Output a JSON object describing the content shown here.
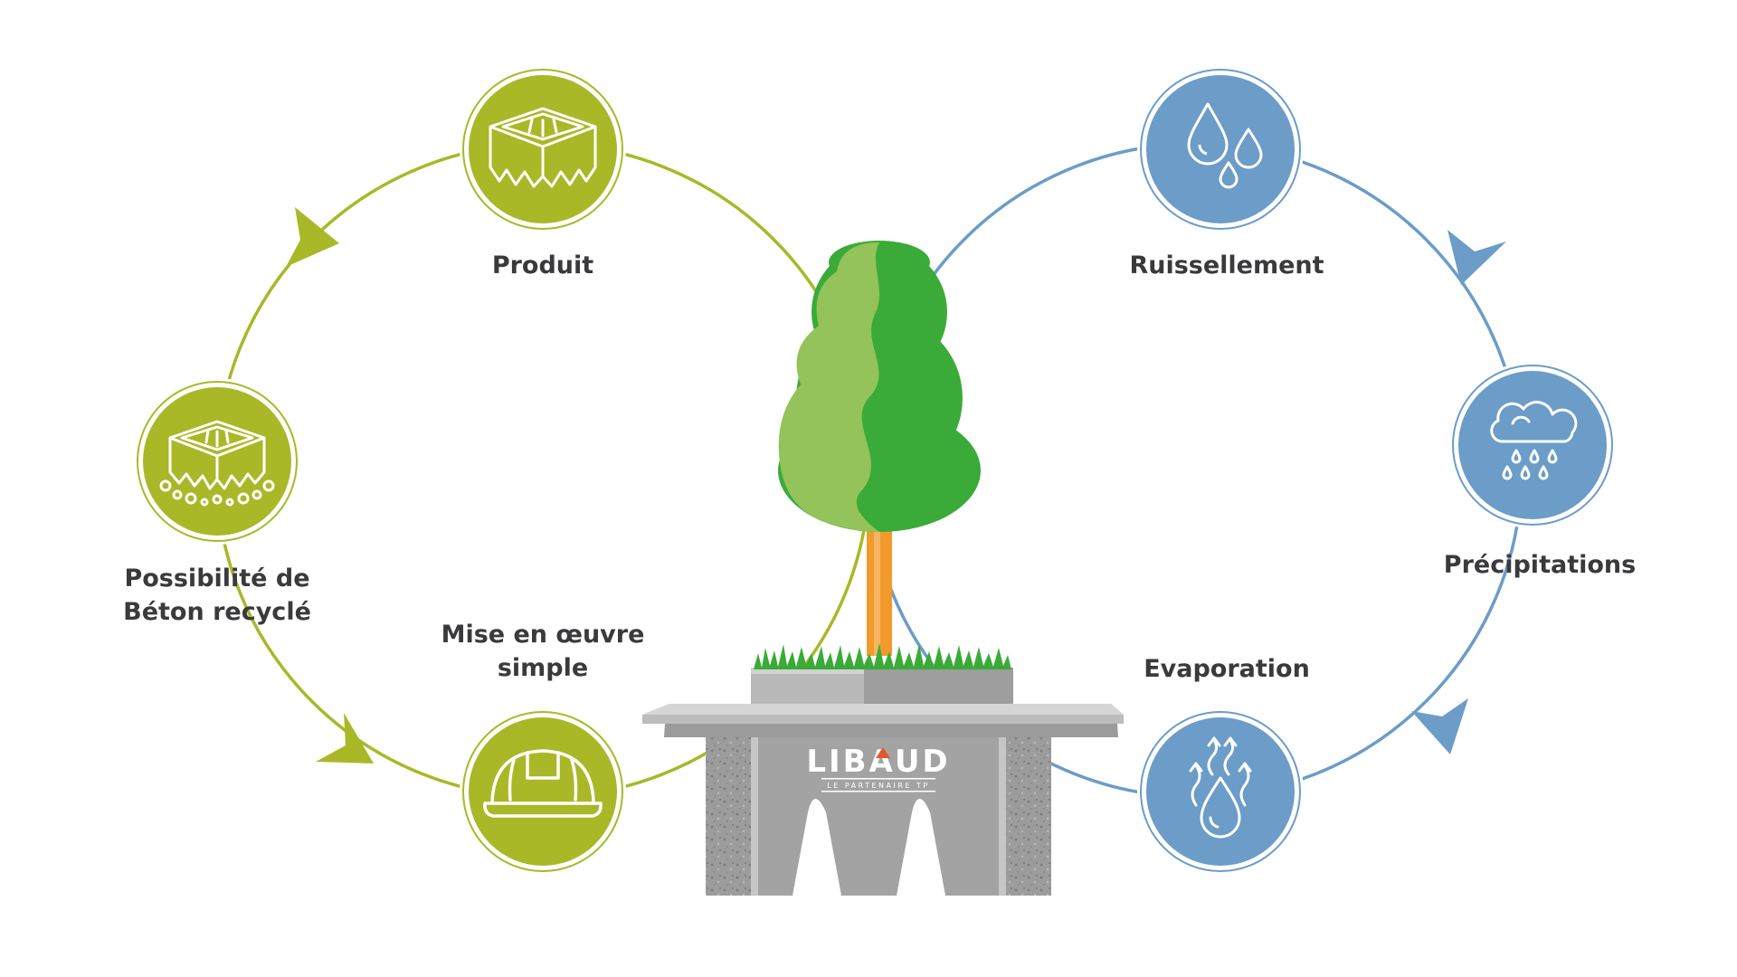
{
  "colors": {
    "green": "#a9b827",
    "blue": "#6c9cc8",
    "label": "#3a3a3c",
    "tree_dark": "#3aab38",
    "tree_light": "#93c35a",
    "trunk": "#f39a2d",
    "concrete": "#a3a3a3",
    "logo_accent": "#e5562b"
  },
  "left_cycle": {
    "produit": {
      "label": "Produit",
      "icon": "concrete-block-icon"
    },
    "beton": {
      "label_line1": "Possibilité de",
      "label_line2": "Béton recyclé",
      "icon": "recycled-block-icon"
    },
    "mise": {
      "label_line1": "Mise en œuvre",
      "label_line2": "simple",
      "icon": "hard-hat-icon"
    }
  },
  "right_cycle": {
    "ruissellement": {
      "label": "Ruissellement",
      "icon": "water-drops-icon"
    },
    "precipitations": {
      "label": "Précipitations",
      "icon": "rain-cloud-icon"
    },
    "evaporation": {
      "label": "Evaporation",
      "icon": "evaporation-icon"
    }
  },
  "logo": {
    "name": "LIBAUD",
    "tagline": "LE PARTENAIRE TP"
  }
}
